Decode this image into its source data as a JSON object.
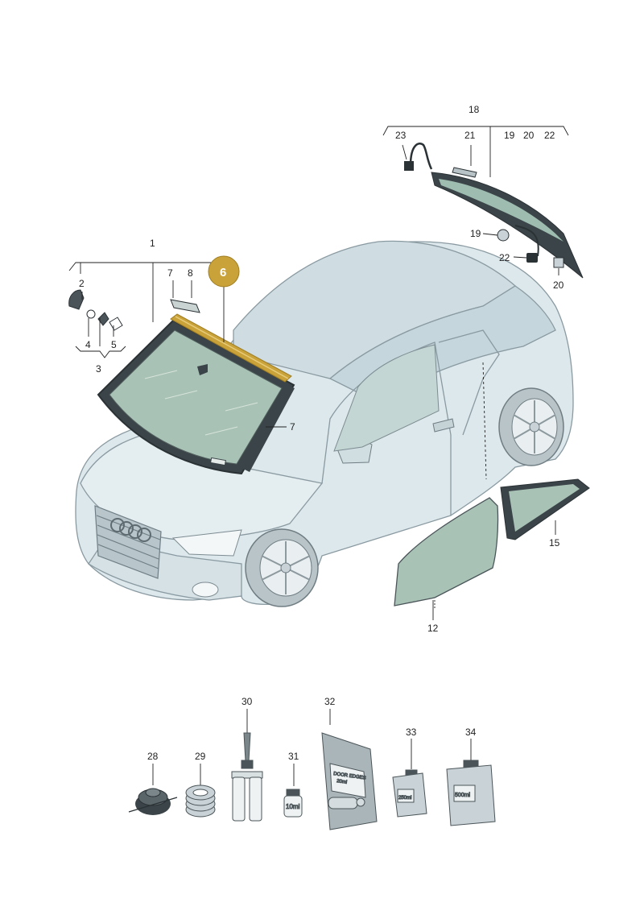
{
  "diagram": {
    "highlight_color": "#c9a23a",
    "glass_tint": "#a9c4b6",
    "body_tint": "#d9e6ea",
    "highlighted_part": "6",
    "labels": {
      "p1": "1",
      "p2": "2",
      "p3": "3",
      "p4": "4",
      "p5": "5",
      "p6": "6",
      "p7a": "7",
      "p7b": "7",
      "p8": "8",
      "p12": "12",
      "p15": "15",
      "p18": "18",
      "p19a": "19",
      "p19b": "19",
      "p20a": "20",
      "p20b": "20",
      "p21": "21",
      "p22a": "22",
      "p22b": "22",
      "p23": "23",
      "p28": "28",
      "p29": "29",
      "p30": "30",
      "p31": "31",
      "p32": "32",
      "p33": "33",
      "p34": "34"
    },
    "product_texts": {
      "p31_volume": "10ml",
      "p32_line1": "DOOR EDGES",
      "p32_line2": "20ml",
      "p33_volume": "250ml",
      "p34_volume": "500ml"
    }
  }
}
